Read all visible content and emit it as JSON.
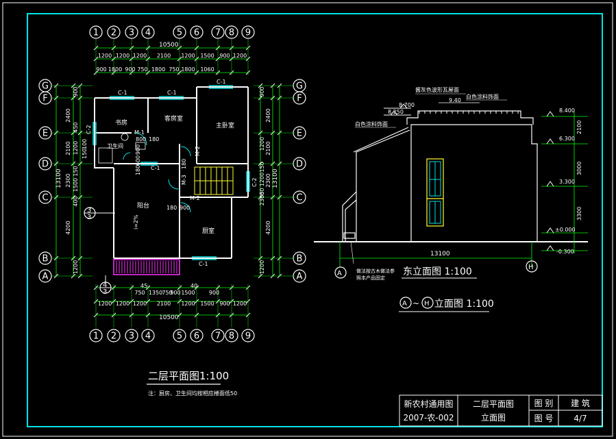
{
  "colors": {
    "background": "#000000",
    "frame": "#00e5e5",
    "lines": "#ffffff",
    "dims": "#00ff00",
    "windows": "#00e5e5",
    "stair": "#ffff33",
    "balcony": "#ff33ff",
    "axis": "#00ff00"
  },
  "plan": {
    "axes_x": [
      "1",
      "2",
      "3",
      "4",
      "5",
      "6",
      "7",
      "8",
      "9"
    ],
    "axes_y": [
      "G",
      "F",
      "E",
      "D",
      "C",
      "B",
      "A"
    ],
    "total_width": "10500",
    "dims_top_row1": [
      "1200",
      "1200",
      "1200",
      "2100",
      "1200",
      "1500",
      "900",
      "1200"
    ],
    "dims_top_row2": [
      "900",
      "1800",
      "900",
      "750",
      "1800",
      "750",
      "1800",
      "1060"
    ],
    "dims_bottom_row1": [
      "750",
      "1350",
      "750",
      "900",
      "1500",
      "900"
    ],
    "dims_bottom_row1_small": [
      "45",
      "40"
    ],
    "dims_bottom_row2": [
      "1200",
      "1200",
      "1200",
      "2100",
      "1200",
      "1500",
      "900",
      "1200"
    ],
    "total_height": "13100",
    "dims_left_outer": [
      "2400",
      "2100",
      "2300",
      "4200"
    ],
    "dims_left_inner": [
      "900",
      "450",
      "1200",
      "150",
      "1500",
      "400",
      "1200"
    ],
    "dims_left_small": [
      "150",
      "100"
    ],
    "dims_right_outer": [
      "2400",
      "2100",
      "2300",
      "4200"
    ],
    "dims_right_inner": [
      "900",
      "1200",
      "150",
      "1200",
      "2300",
      "550",
      "1200"
    ],
    "rooms": {
      "study": "书房",
      "guest": "客房室",
      "master": "主卧室",
      "bath": "卫生间",
      "balcony": "阳台",
      "kitchen": "厨室"
    },
    "windows": {
      "c1": "C-1",
      "c2": "C-2"
    },
    "doors": {
      "m1": "M-1",
      "m2": "M-2",
      "m3": "M-3"
    },
    "inner_dims": [
      "800",
      "180",
      "900",
      "600",
      "180",
      "180",
      "180",
      "900"
    ],
    "slope": "i=2%",
    "markers": {
      "left_mark": "3",
      "left_mark_top": "",
      "bottom_mark_top": "4",
      "bottom_mark_bottom": "3"
    },
    "title": "二层平面图1:100",
    "note": "注：厨房、卫生间均按相应楼面低50"
  },
  "elevation": {
    "levels": [
      "8.400",
      "6.300",
      "3.300",
      "±0.000",
      "-0.300"
    ],
    "level_left": [
      "8.700",
      "8.250"
    ],
    "ridge": "9.40",
    "right_dims": [
      "2100",
      "3000",
      "3300"
    ],
    "width": "13100",
    "axis_left": "A",
    "axis_right": "H",
    "notes": [
      "酱灰色波形瓦屋面",
      "白色涂料饰面",
      "白色涂料饰面"
    ],
    "foot_note_lines": [
      "做法按古木做法参",
      "照本产品固定"
    ],
    "subtitle": "东立面图  1:100",
    "title_axis_a": "A",
    "title_sep": "~",
    "title_axis_h": "H",
    "title_rest": "立面图 1:100"
  },
  "titleblock": {
    "project_line1": "新农村通用图",
    "project_line2": "2007-农-002",
    "drawing_line1": "二层平面图",
    "drawing_line2": "立面图",
    "label_category": "图 别",
    "value_category": "建 筑",
    "label_number": "图 号",
    "value_number": "4/7"
  }
}
